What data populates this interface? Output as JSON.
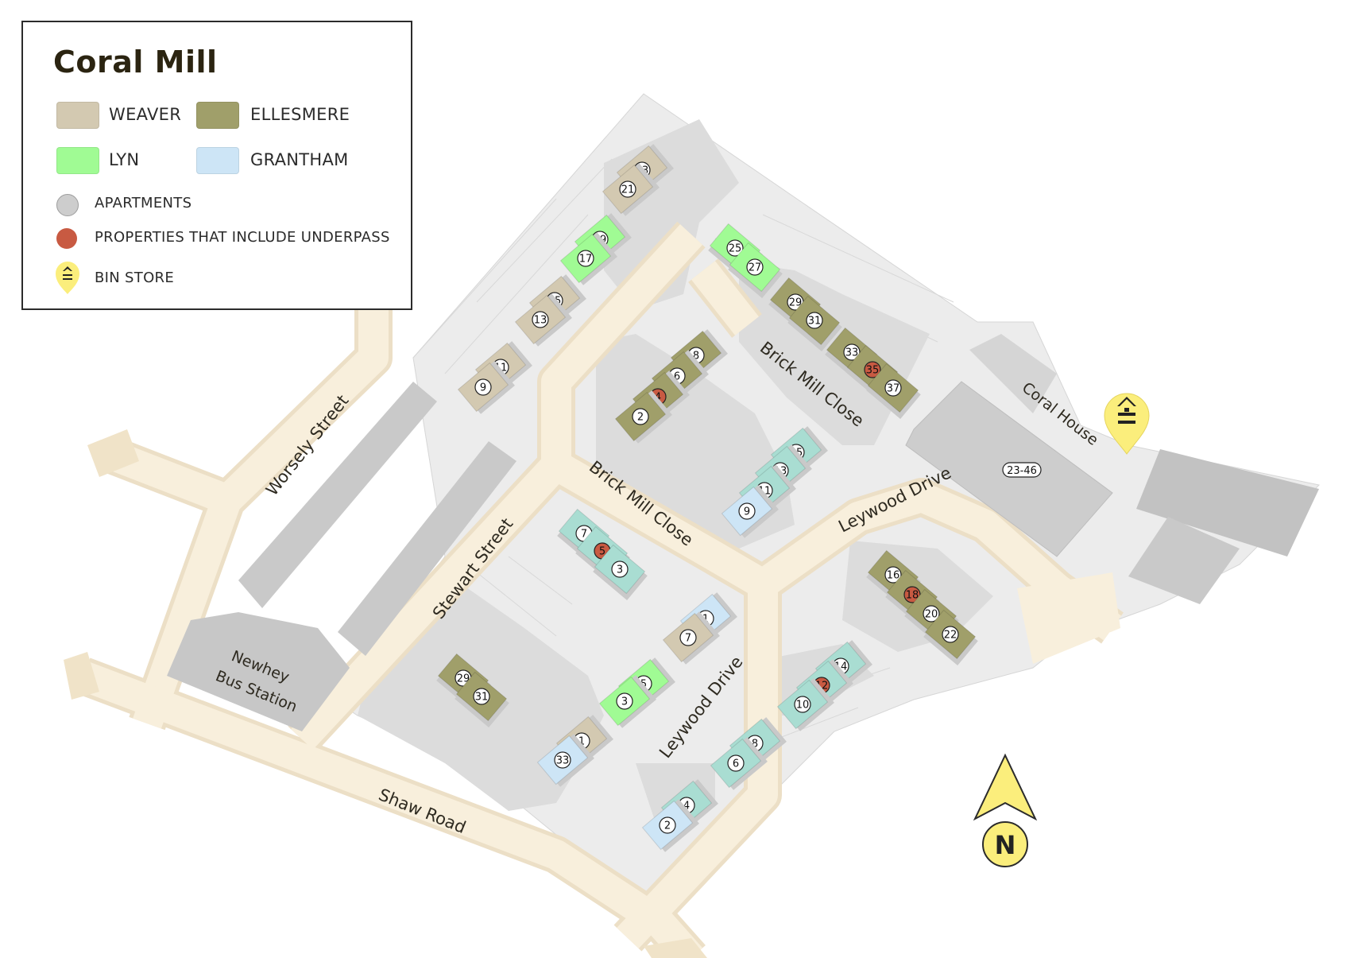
{
  "title": "Coral Mill",
  "legend": {
    "weaver": "WEAVER",
    "ellesmere": "ELLESMERE",
    "lyn": "LYN",
    "grantham": "GRANTHAM",
    "apartments": "APARTMENTS",
    "underpass": "PROPERTIES THAT INCLUDE UNDERPASS",
    "bin_store": "BIN STORE"
  },
  "colors": {
    "weaver": "#d3c9b1",
    "ellesmere": "#a09f6a",
    "lyn": "#a0fb94",
    "grantham": "#cde5f6",
    "apartments": "#cdcdcd",
    "underpass": "#c85a42",
    "bin_store": "#fbee7c",
    "road": "#f8eedc",
    "teal": "#a9ddd2",
    "ground": "#e0e0e0"
  },
  "roads": {
    "worsely": "Worsely Street",
    "stewart": "Stewart Street",
    "shaw": "Shaw Road",
    "brick_mill_1": "Brick Mill Close",
    "brick_mill_2": "Brick Mill Close",
    "leywood_1": "Leywood Drive",
    "leywood_2": "Leywood Drive"
  },
  "landmarks": {
    "bus_station_line1": "Newhey",
    "bus_station_line2": "Bus Station",
    "coral_house": "Coral House",
    "apartment_range": "23-46"
  },
  "compass": "N",
  "plots": [
    {
      "number": "23",
      "type": "weaver"
    },
    {
      "number": "21",
      "type": "weaver"
    },
    {
      "number": "19",
      "type": "lyn"
    },
    {
      "number": "17",
      "type": "lyn"
    },
    {
      "number": "15",
      "type": "weaver"
    },
    {
      "number": "13",
      "type": "weaver"
    },
    {
      "number": "11",
      "type": "weaver"
    },
    {
      "number": "9",
      "type": "weaver"
    },
    {
      "number": "25",
      "type": "lyn"
    },
    {
      "number": "27",
      "type": "lyn"
    },
    {
      "number": "29",
      "type": "ellesmere"
    },
    {
      "number": "31",
      "type": "ellesmere"
    },
    {
      "number": "33",
      "type": "ellesmere"
    },
    {
      "number": "35",
      "type": "ellesmere",
      "underpass": true
    },
    {
      "number": "37",
      "type": "ellesmere"
    },
    {
      "number": "8",
      "type": "ellesmere"
    },
    {
      "number": "6",
      "type": "ellesmere"
    },
    {
      "number": "4",
      "type": "ellesmere",
      "underpass": true
    },
    {
      "number": "2",
      "type": "ellesmere"
    },
    {
      "number": "15",
      "type": "teal"
    },
    {
      "number": "13",
      "type": "teal"
    },
    {
      "number": "11",
      "type": "teal"
    },
    {
      "number": "9",
      "type": "grantham"
    },
    {
      "number": "7",
      "type": "teal"
    },
    {
      "number": "5",
      "type": "teal",
      "underpass": true
    },
    {
      "number": "3",
      "type": "teal"
    },
    {
      "number": "1",
      "type": "grantham"
    },
    {
      "number": "7",
      "type": "weaver"
    },
    {
      "number": "29",
      "type": "ellesmere"
    },
    {
      "number": "31",
      "type": "ellesmere"
    },
    {
      "number": "5",
      "type": "lyn"
    },
    {
      "number": "3",
      "type": "lyn"
    },
    {
      "number": "1",
      "type": "weaver"
    },
    {
      "number": "33",
      "type": "grantham"
    },
    {
      "number": "16",
      "type": "ellesmere"
    },
    {
      "number": "18",
      "type": "ellesmere",
      "underpass": true
    },
    {
      "number": "20",
      "type": "ellesmere"
    },
    {
      "number": "22",
      "type": "ellesmere"
    },
    {
      "number": "14",
      "type": "teal"
    },
    {
      "number": "12",
      "type": "teal",
      "underpass": true
    },
    {
      "number": "10",
      "type": "teal"
    },
    {
      "number": "8",
      "type": "teal"
    },
    {
      "number": "6",
      "type": "teal"
    },
    {
      "number": "4",
      "type": "teal"
    },
    {
      "number": "2",
      "type": "grantham"
    }
  ]
}
